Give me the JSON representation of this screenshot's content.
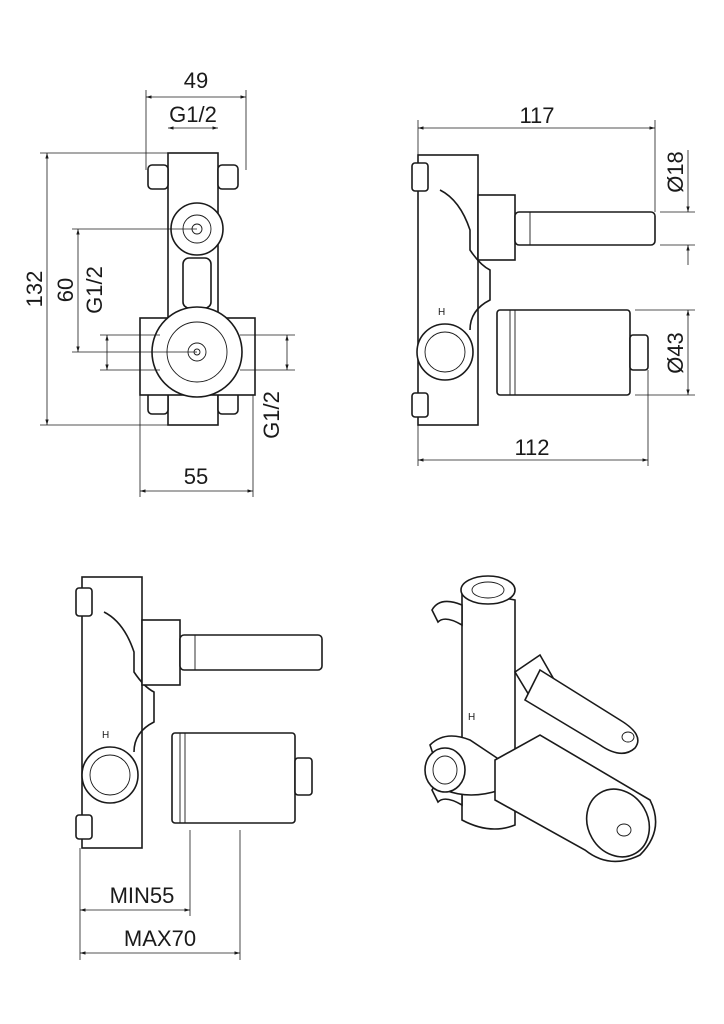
{
  "front_view": {
    "width_top": "49",
    "thread_top": "G1/2",
    "height_total": "132",
    "center_distance": "60",
    "thread_left": "G1/2",
    "thread_right": "G1/2",
    "width_body": "55"
  },
  "side_view": {
    "depth_handle": "117",
    "handle_diameter": "Ø18",
    "cartridge_diameter": "Ø43",
    "depth_cartridge": "112",
    "hot_mark": "H"
  },
  "install_view": {
    "min_depth": "MIN55",
    "max_depth": "MAX70",
    "hot_mark": "H"
  },
  "iso_view": {
    "hot_mark": "H"
  }
}
